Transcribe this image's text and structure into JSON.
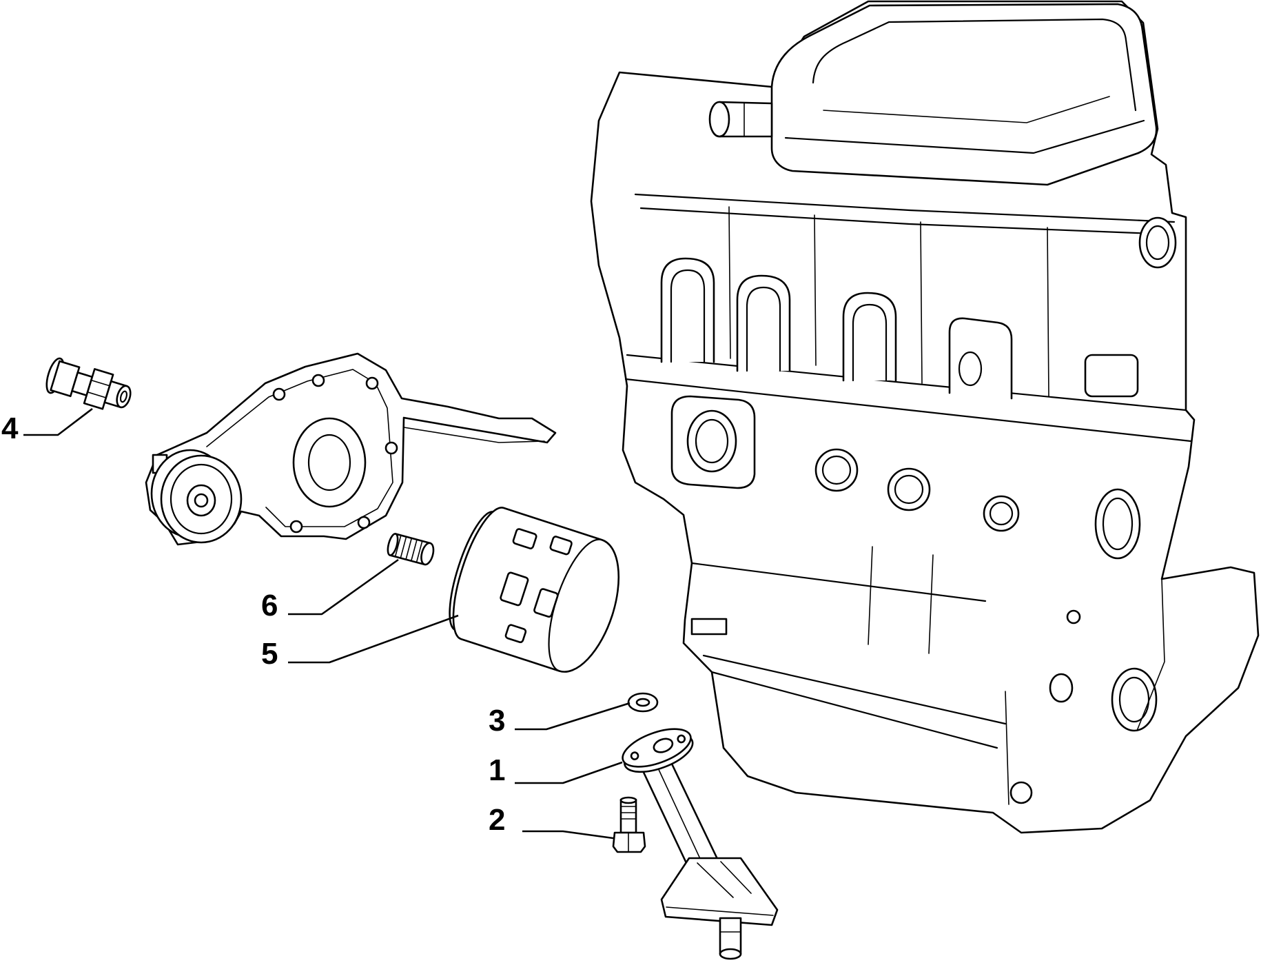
{
  "callouts": {
    "part_1": "1",
    "part_2": "2",
    "part_3": "3",
    "part_4": "4",
    "part_5": "5",
    "part_6": "6"
  },
  "colors": {
    "line": "#000000",
    "background": "#ffffff"
  }
}
